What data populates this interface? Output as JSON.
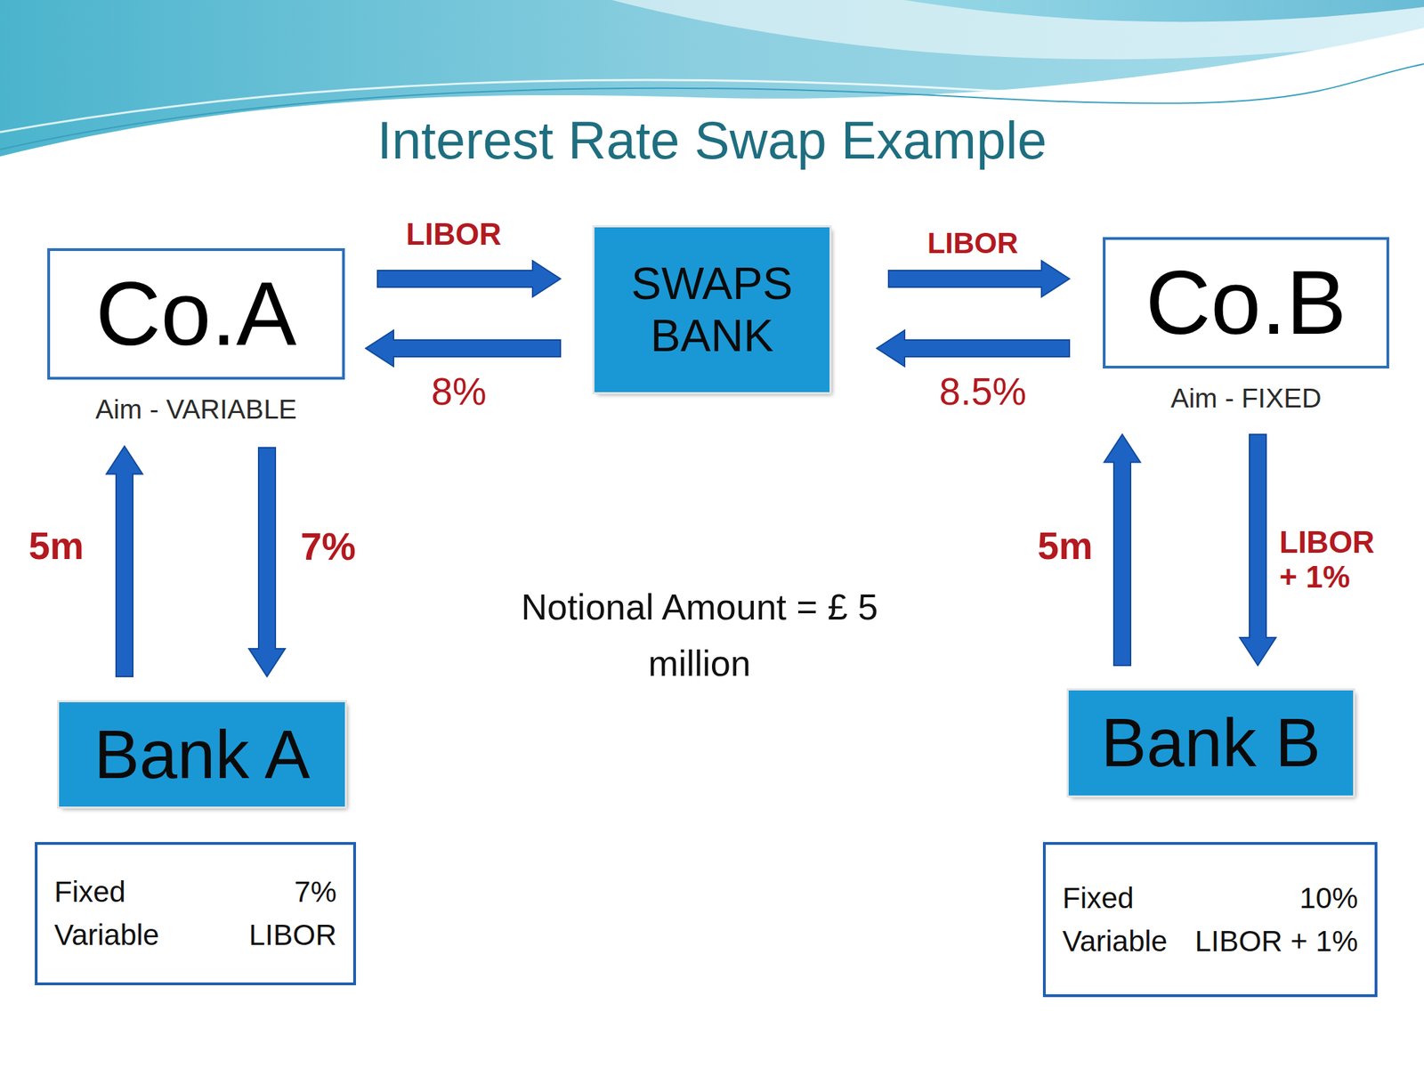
{
  "diagram": {
    "title": "Interest Rate Swap Example",
    "nodes": [
      {
        "text": [
          "Co.A",
          "Aim - VARIABLE"
        ]
      },
      {
        "text": [
          "SWAPS BANK"
        ]
      },
      {
        "text": [
          "Co.B",
          "Aim - FIXED"
        ]
      },
      {
        "text": [
          "Bank A"
        ]
      },
      {
        "text": [
          "Bank B"
        ]
      },
      {
        "text": [
          "Fixed",
          "7%",
          "Variable",
          "LIBOR"
        ]
      },
      {
        "text": [
          "Fixed",
          "10%",
          "Variable",
          "LIBOR + 1%"
        ]
      }
    ],
    "edges": [
      {
        "from": 0,
        "to": 1,
        "label": "LIBOR",
        "arrow": "to"
      },
      {
        "from": 1,
        "to": 0,
        "label": "8%",
        "arrow": "to"
      },
      {
        "from": 1,
        "to": 2,
        "label": "LIBOR",
        "arrow": "to"
      },
      {
        "from": 2,
        "to": 1,
        "label": "8.5%",
        "arrow": "to"
      },
      {
        "from": 3,
        "to": 0,
        "label": "5m",
        "arrow": "to"
      },
      {
        "from": 0,
        "to": 3,
        "label": "7%",
        "arrow": "to"
      },
      {
        "from": 4,
        "to": 2,
        "label": "5m",
        "arrow": "to"
      },
      {
        "from": 2,
        "to": 4,
        "label": "LIBOR + 1%",
        "arrow": "to"
      }
    ],
    "labels": [
      "Notional Amount = £ 5 million"
    ]
  }
}
